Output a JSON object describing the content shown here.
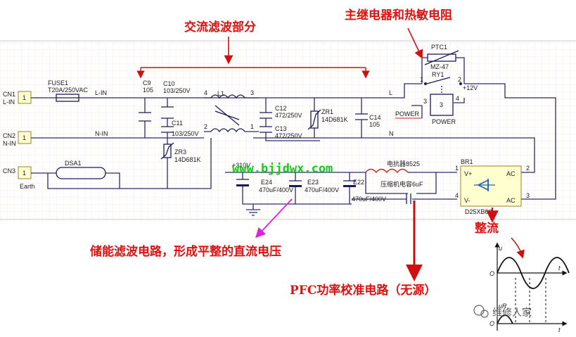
{
  "annotations": {
    "ac_filter": "交流滤波部分",
    "relay_ntc": "主继电器和热敏电阻",
    "storage_filter": "储能滤波电路，形成平整的直流电压",
    "pfc": "PFC功率校准电路（无源）",
    "rectify": "整流"
  },
  "connectors": [
    {
      "ref": "CN1",
      "net": "L-IN",
      "pin": "1"
    },
    {
      "ref": "CN2",
      "net": "N-IN",
      "pin": "1"
    },
    {
      "ref": "CN3",
      "net": "Earth",
      "pin": "1"
    }
  ],
  "components": {
    "fuse_ref": "FUSE1",
    "fuse_val": "T20A/250VAC",
    "lin": "L-IN",
    "nin": "N-IN",
    "c9": "C9",
    "c9v": "105",
    "c10": "C10",
    "c10v": "103/250V",
    "c11": "C11",
    "c11v": "103/250V",
    "zr3": "ZR3",
    "zr3v": "14D681K",
    "l1": "L1",
    "c12": "C12",
    "c12v": "472/250V",
    "c13": "C13",
    "c13v": "472/250V",
    "zr1": "ZR1",
    "zr1v": "14D681K",
    "c14": "C14",
    "c14v": "105",
    "ptc": "PTC1",
    "ptcv": "MZ-47",
    "ry": "RY1",
    "v12": "+12V",
    "power_net": "POWER",
    "power_lbl": "POWER",
    "net_l": "L",
    "net_n": "N",
    "dsa": "DSA1",
    "v310": "+310V",
    "e24": "E24",
    "e24v": "470uF/400V",
    "e23": "E23",
    "e23v": "470uF/400V",
    "e22": "E22",
    "e22v": "470uF/400V",
    "choke": "电抗器8525",
    "cap_comp": "压缩机电容6uF",
    "br": "BR1",
    "br_vp": "V+",
    "br_vm": "V-",
    "br_ac1": "AC",
    "br_ac2": "AC",
    "br_part": "D25XB60",
    "pin1": "1",
    "pin2": "2",
    "pin3": "3",
    "pin4": "4"
  },
  "watermark": "www.bjjdwx.com",
  "waveform": {
    "u": "u",
    "ur": "uR",
    "o": "O",
    "t": "t"
  },
  "credit": "维修人家"
}
